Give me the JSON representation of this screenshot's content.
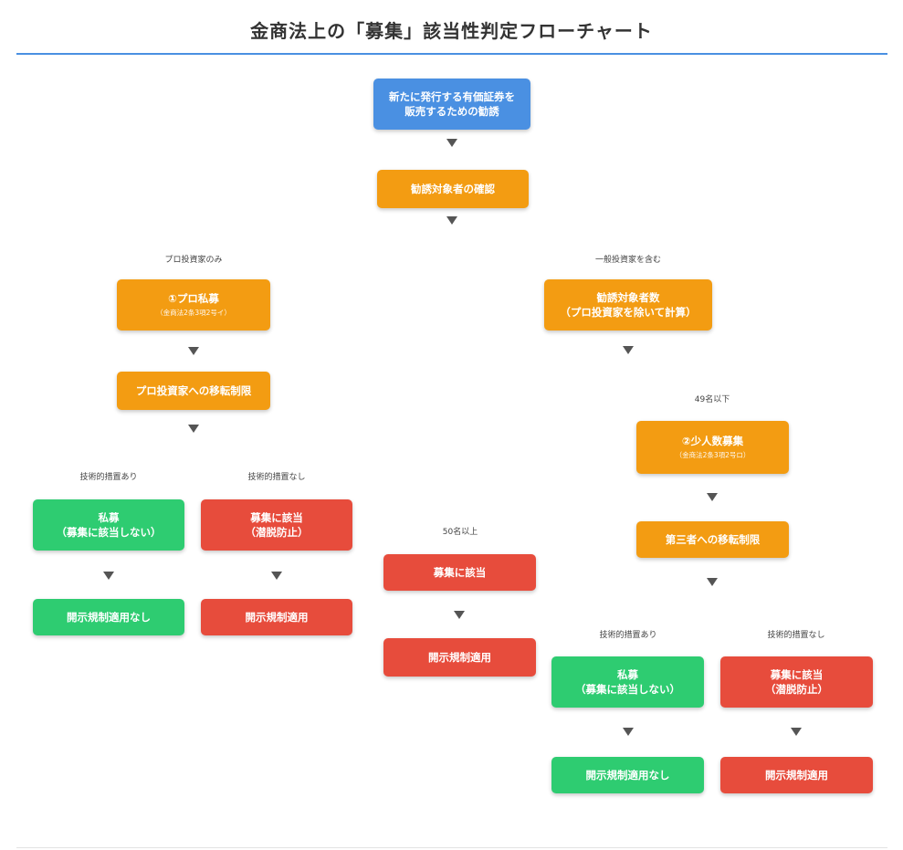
{
  "title": "金商法上の「募集」該当性判定フローチャート",
  "nodes": {
    "start": {
      "line1": "新たに発行する有価証券を",
      "line2": "販売するための勧誘"
    },
    "confirm": {
      "text": "勧誘対象者の確認"
    },
    "pro_private": {
      "text": "①プロ私募",
      "sub": "（金商法2条3項2号イ）"
    },
    "pro_transfer": {
      "text": "プロ投資家への移転制限"
    },
    "pro_yes_private": {
      "line1": "私募",
      "line2": "（募集に該当しない）"
    },
    "pro_yes_disclosure": {
      "text": "開示規制適用なし"
    },
    "pro_no_offering": {
      "line1": "募集に該当",
      "line2": "（潜脱防止）"
    },
    "pro_no_disclosure": {
      "text": "開示規制適用"
    },
    "count": {
      "line1": "勧誘対象者数",
      "line2": "（プロ投資家を除いて計算）"
    },
    "over50_offering": {
      "text": "募集に該当"
    },
    "over50_disclosure": {
      "text": "開示規制適用"
    },
    "small": {
      "text": "②少人数募集",
      "sub": "（金商法2条3項2号ロ）"
    },
    "small_transfer": {
      "text": "第三者への移転制限"
    },
    "small_yes_private": {
      "line1": "私募",
      "line2": "（募集に該当しない）"
    },
    "small_yes_disclosure": {
      "text": "開示規制適用なし"
    },
    "small_no_offering": {
      "line1": "募集に該当",
      "line2": "（潜脱防止）"
    },
    "small_no_disclosure": {
      "text": "開示規制適用"
    }
  },
  "labels": {
    "pro_only": "プロ投資家のみ",
    "includes_general": "一般投資家を含む",
    "under49": "49名以下",
    "over50": "50名以上",
    "tech_yes_left": "技術的措置あり",
    "tech_no_left": "技術的措置なし",
    "tech_yes_right": "技術的措置あり",
    "tech_no_right": "技術的措置なし"
  },
  "colors": {
    "start": "#4a90e2",
    "process": "#f39c12",
    "not_offering": "#2ecc71",
    "offering": "#e74c3c",
    "title_rule": "#4a90e2"
  }
}
